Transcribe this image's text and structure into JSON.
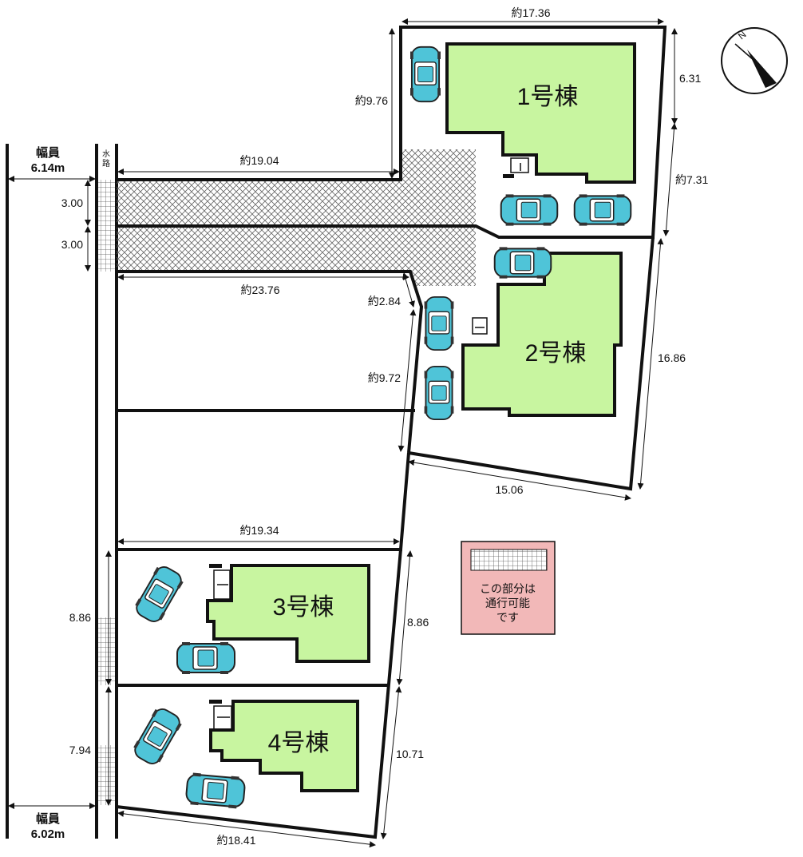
{
  "colors": {
    "building_fill": "#c8f5a0",
    "legend_fill": "#f2b8b8",
    "car_body": "#4fc4d8",
    "line": "#111111"
  },
  "roads": {
    "north_label": "幅員",
    "north_value": "6.14m",
    "south_label": "幅員",
    "south_value": "6.02m",
    "waterway": "水路"
  },
  "buildings": {
    "b1": "1号棟",
    "b2": "2号棟",
    "b3": "3号棟",
    "b4": "4号棟"
  },
  "dimensions": {
    "d_17_36": "約17.36",
    "d_6_31": "6.31",
    "d_9_76": "約9.76",
    "d_7_31": "約7.31",
    "d_19_04": "約19.04",
    "d_3_00a": "3.00",
    "d_3_00b": "3.00",
    "d_23_76": "約23.76",
    "d_2_84": "約2.84",
    "d_9_72": "約9.72",
    "d_16_86": "16.86",
    "d_15_06": "15.06",
    "d_19_34": "約19.34",
    "d_8_86_left": "8.86",
    "d_8_86_right": "8.86",
    "d_7_94": "7.94",
    "d_10_71": "10.71",
    "d_18_41": "約18.41"
  },
  "legend": {
    "line1": "この部分は",
    "line2": "通行可能",
    "line3": "です"
  },
  "compass": {
    "label": "N"
  }
}
